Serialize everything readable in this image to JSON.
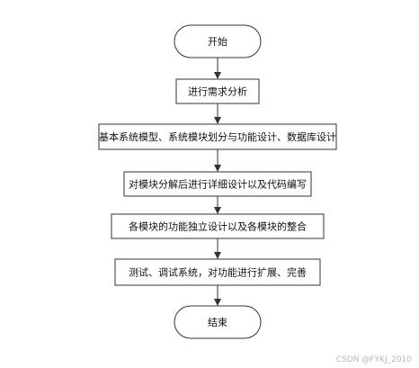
{
  "flowchart": {
    "nodes": [
      {
        "id": "start",
        "shape": "terminator",
        "label": "开始"
      },
      {
        "id": "step1",
        "shape": "process",
        "label": "进行需求分析"
      },
      {
        "id": "step2",
        "shape": "process",
        "label": "基本系统模型、系统模块划分与功能设计、数据库设计"
      },
      {
        "id": "step3",
        "shape": "process",
        "label": "对模块分解后进行详细设计以及代码编写"
      },
      {
        "id": "step4",
        "shape": "process",
        "label": "各模块的功能独立设计以及各模块的整合"
      },
      {
        "id": "step5",
        "shape": "process",
        "label": "测试、调试系统，对功能进行扩展、完善"
      },
      {
        "id": "end",
        "shape": "terminator",
        "label": "结束"
      }
    ],
    "edges": [
      {
        "from": "start",
        "to": "step1"
      },
      {
        "from": "step1",
        "to": "step2"
      },
      {
        "from": "step2",
        "to": "step3"
      },
      {
        "from": "step3",
        "to": "step4"
      },
      {
        "from": "step4",
        "to": "step5"
      },
      {
        "from": "step5",
        "to": "end"
      }
    ]
  },
  "watermark": "CSDN @FYKJ_2010"
}
